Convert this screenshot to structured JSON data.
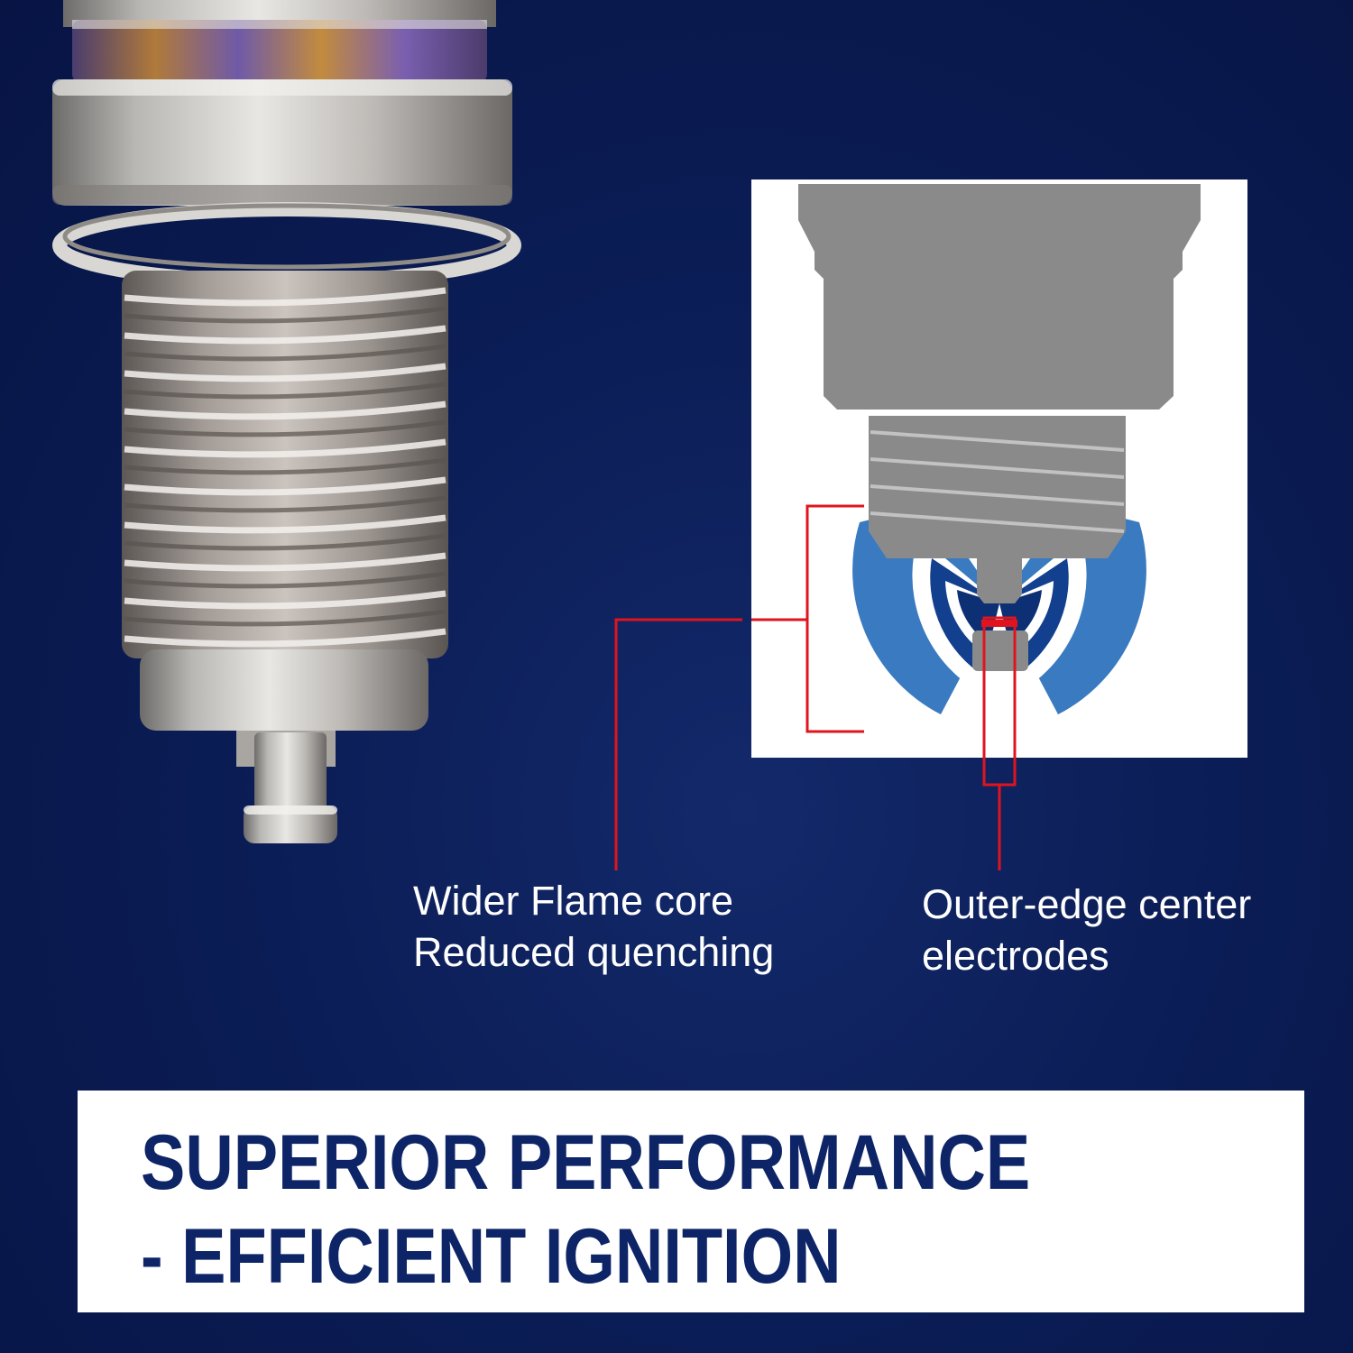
{
  "callouts": {
    "flame_core": {
      "line1": "Wider Flame core",
      "line2": "Reduced quenching"
    },
    "electrodes": {
      "line1": "Outer-edge center",
      "line2": "electrodes"
    }
  },
  "banner": {
    "line1": "SUPERIOR PERFORMANCE",
    "line2": "- EFFICIENT IGNITION"
  },
  "colors": {
    "background": "#0b1d56",
    "banner_text": "#0d2466",
    "leader_line": "#e0141e",
    "flame_outer": "#3a7ac0",
    "flame_inner": "#123f8e",
    "diagram_gray": "#8a8a8a"
  }
}
